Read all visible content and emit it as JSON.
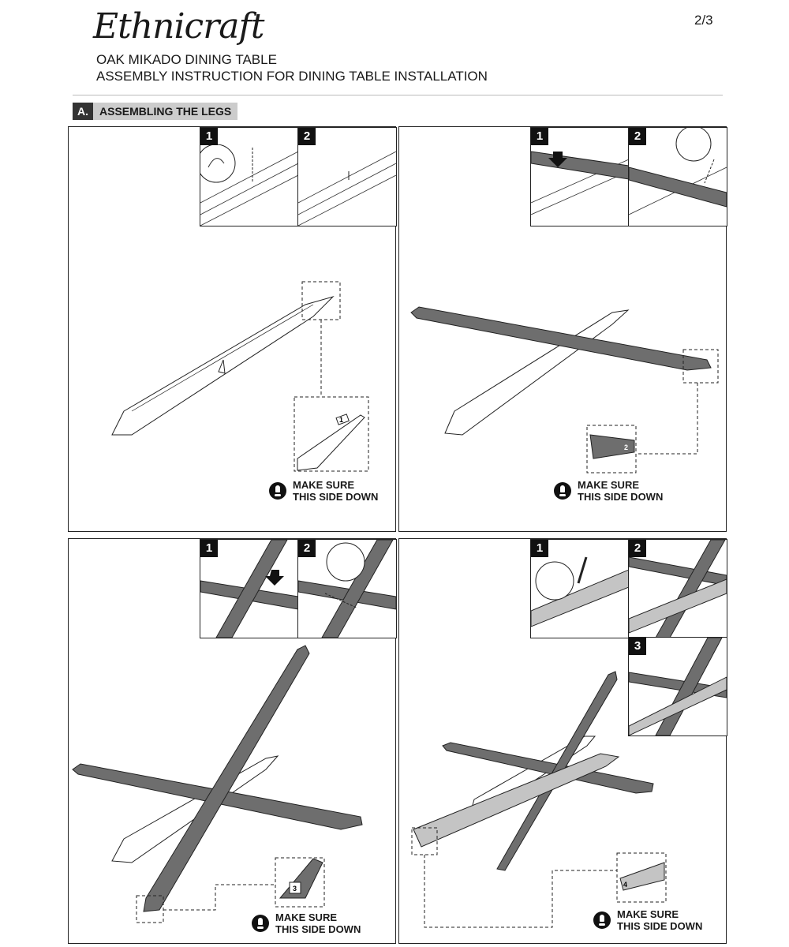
{
  "header": {
    "logo": "Ethnicraft",
    "page_number": "2/3",
    "product": "OAK MIKADO DINING TABLE",
    "subtitle": "ASSEMBLY INSTRUCTION FOR DINING TABLE INSTALLATION"
  },
  "section": {
    "letter": "A.",
    "title": "ASSEMBLING THE LEGS"
  },
  "steps": {
    "s1": "1",
    "s2": "2",
    "s3": "3"
  },
  "part_labels": {
    "p1": "1",
    "p2": "2",
    "p3": "3",
    "p4": "4"
  },
  "warning": {
    "line1": "MAKE SURE",
    "line2": "THIS SIDE DOWN"
  },
  "colors": {
    "dark_beam": "#6e6e6e",
    "light_beam": "#c4c4c4",
    "ink": "#1a1a1a"
  }
}
